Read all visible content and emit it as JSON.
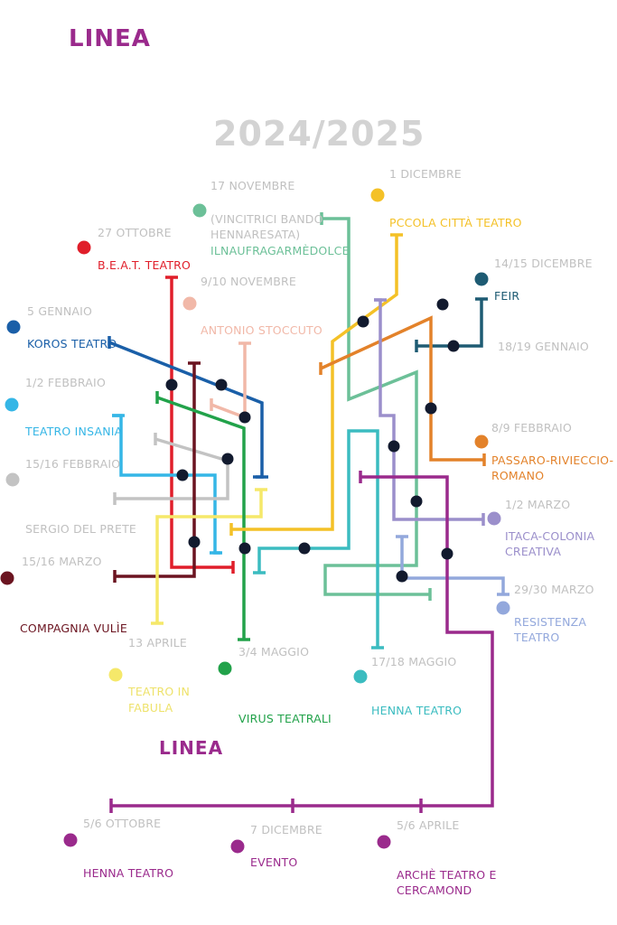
{
  "header": {
    "brand": "LINEA",
    "season": "2024/2025",
    "brand_bottom": "LINEA"
  },
  "colors": {
    "beat": "#e01e2a",
    "koros": "#1a5fa8",
    "insania": "#35b6e6",
    "delprete": "#c3c3c3",
    "vulie": "#6b1420",
    "fabula": "#f5e86a",
    "virus": "#22a24a",
    "stoccuto": "#f1b8a8",
    "naufragar": "#6cc098",
    "piccola": "#f4c127",
    "feir": "#1e5b73",
    "passaro": "#e3822a",
    "henna": "#3bbcc0",
    "itaca": "#9b8fcb",
    "resistenza": "#93a8dc",
    "linea": "#9a2a8c",
    "station": "#121a2e",
    "date_gray": "#c0c0c0"
  },
  "events": {
    "beat": {
      "date": "27 OTTOBRE",
      "name": "B.E.A.T. TEATRO"
    },
    "koros": {
      "date": "5 GENNAIO",
      "name": "KOROS TEATRO"
    },
    "insania": {
      "date": "1/2 FEBBRAIO",
      "name": "TEATRO INSANIA"
    },
    "delprete": {
      "date": "15/16 FEBBRAIO",
      "name": "SERGIO DEL PRETE"
    },
    "vulie": {
      "date": "15/16 MARZO",
      "name": "COMPAGNIA VULÌE"
    },
    "fabula": {
      "date": "13 APRILE",
      "name1": "TEATRO IN",
      "name2": "FABULA"
    },
    "virus": {
      "date": "3/4 MAGGIO",
      "name": "VIRUS TEATRALI"
    },
    "stoccuto": {
      "date": "9/10 NOVEMBRE",
      "name": "ANTONIO STOCCUTO"
    },
    "naufragar": {
      "date": "17 NOVEMBRE",
      "note1": "(VINCITRICI BANDO",
      "note2": "HENNARESATA)",
      "name": "ILNAUFRAGARMÈDOLCE"
    },
    "piccola": {
      "date": "1 DICEMBRE",
      "name": "PCCOLA CITTÀ TEATRO"
    },
    "feir": {
      "date": "14/15 DICEMBRE",
      "name": "FEIR"
    },
    "feir2": {
      "date": "18/19 GENNAIO"
    },
    "passaro": {
      "date": "8/9 FEBBRAIO",
      "name1": "PASSARO-RIVIECCIO-",
      "name2": "ROMANO"
    },
    "itaca": {
      "date": "1/2 MARZO",
      "name1": "ITACA-COLONIA",
      "name2": "CREATIVA"
    },
    "resistenza": {
      "date": "29/30 MARZO",
      "name1": "RESISTENZA",
      "name2": "TEATRO"
    },
    "henna": {
      "date": "17/18 MAGGIO",
      "name": "HENNA TEATRO"
    }
  },
  "linea_events": [
    {
      "date": "5/6 OTTOBRE",
      "name1": "HENNA TEATRO",
      "name2": ""
    },
    {
      "date": "7 DICEMBRE",
      "name1": "EVENTO",
      "name2": ""
    },
    {
      "date": "5/6 APRILE",
      "name1": "ARCHÈ TEATRO E",
      "name2": "CERCAMOND"
    }
  ]
}
